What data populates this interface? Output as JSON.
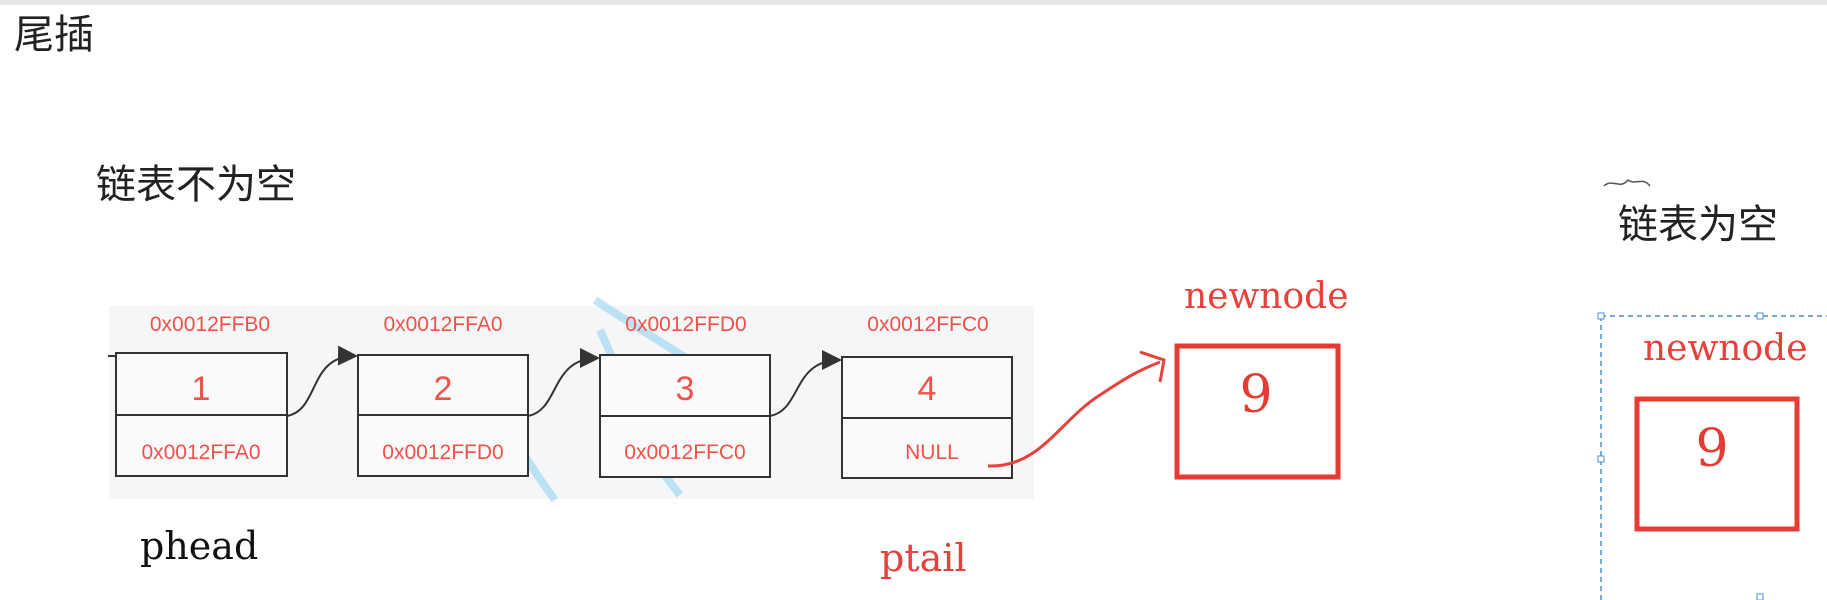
{
  "title": "尾插",
  "nonempty_label": "链表不为空",
  "empty_label": "链表为空",
  "nodes": [
    {
      "address": "0x0012FFB0",
      "value": "1",
      "next": "0x0012FFA0"
    },
    {
      "address": "0x0012FFA0",
      "value": "2",
      "next": "0x0012FFD0"
    },
    {
      "address": "0x0012FFD0",
      "value": "3",
      "next": "0x0012FFC0"
    },
    {
      "address": "0x0012FFC0",
      "value": "4",
      "next": "NULL"
    }
  ],
  "phead_label": "phead",
  "ptail_label": "ptail",
  "newnode": {
    "label": "newnode",
    "value": "9"
  },
  "newnode_empty": {
    "label": "newnode",
    "value": "9"
  },
  "colors": {
    "red": "#e8403a",
    "node_text": "#f0524a",
    "watermark": "#8fd0f5"
  }
}
